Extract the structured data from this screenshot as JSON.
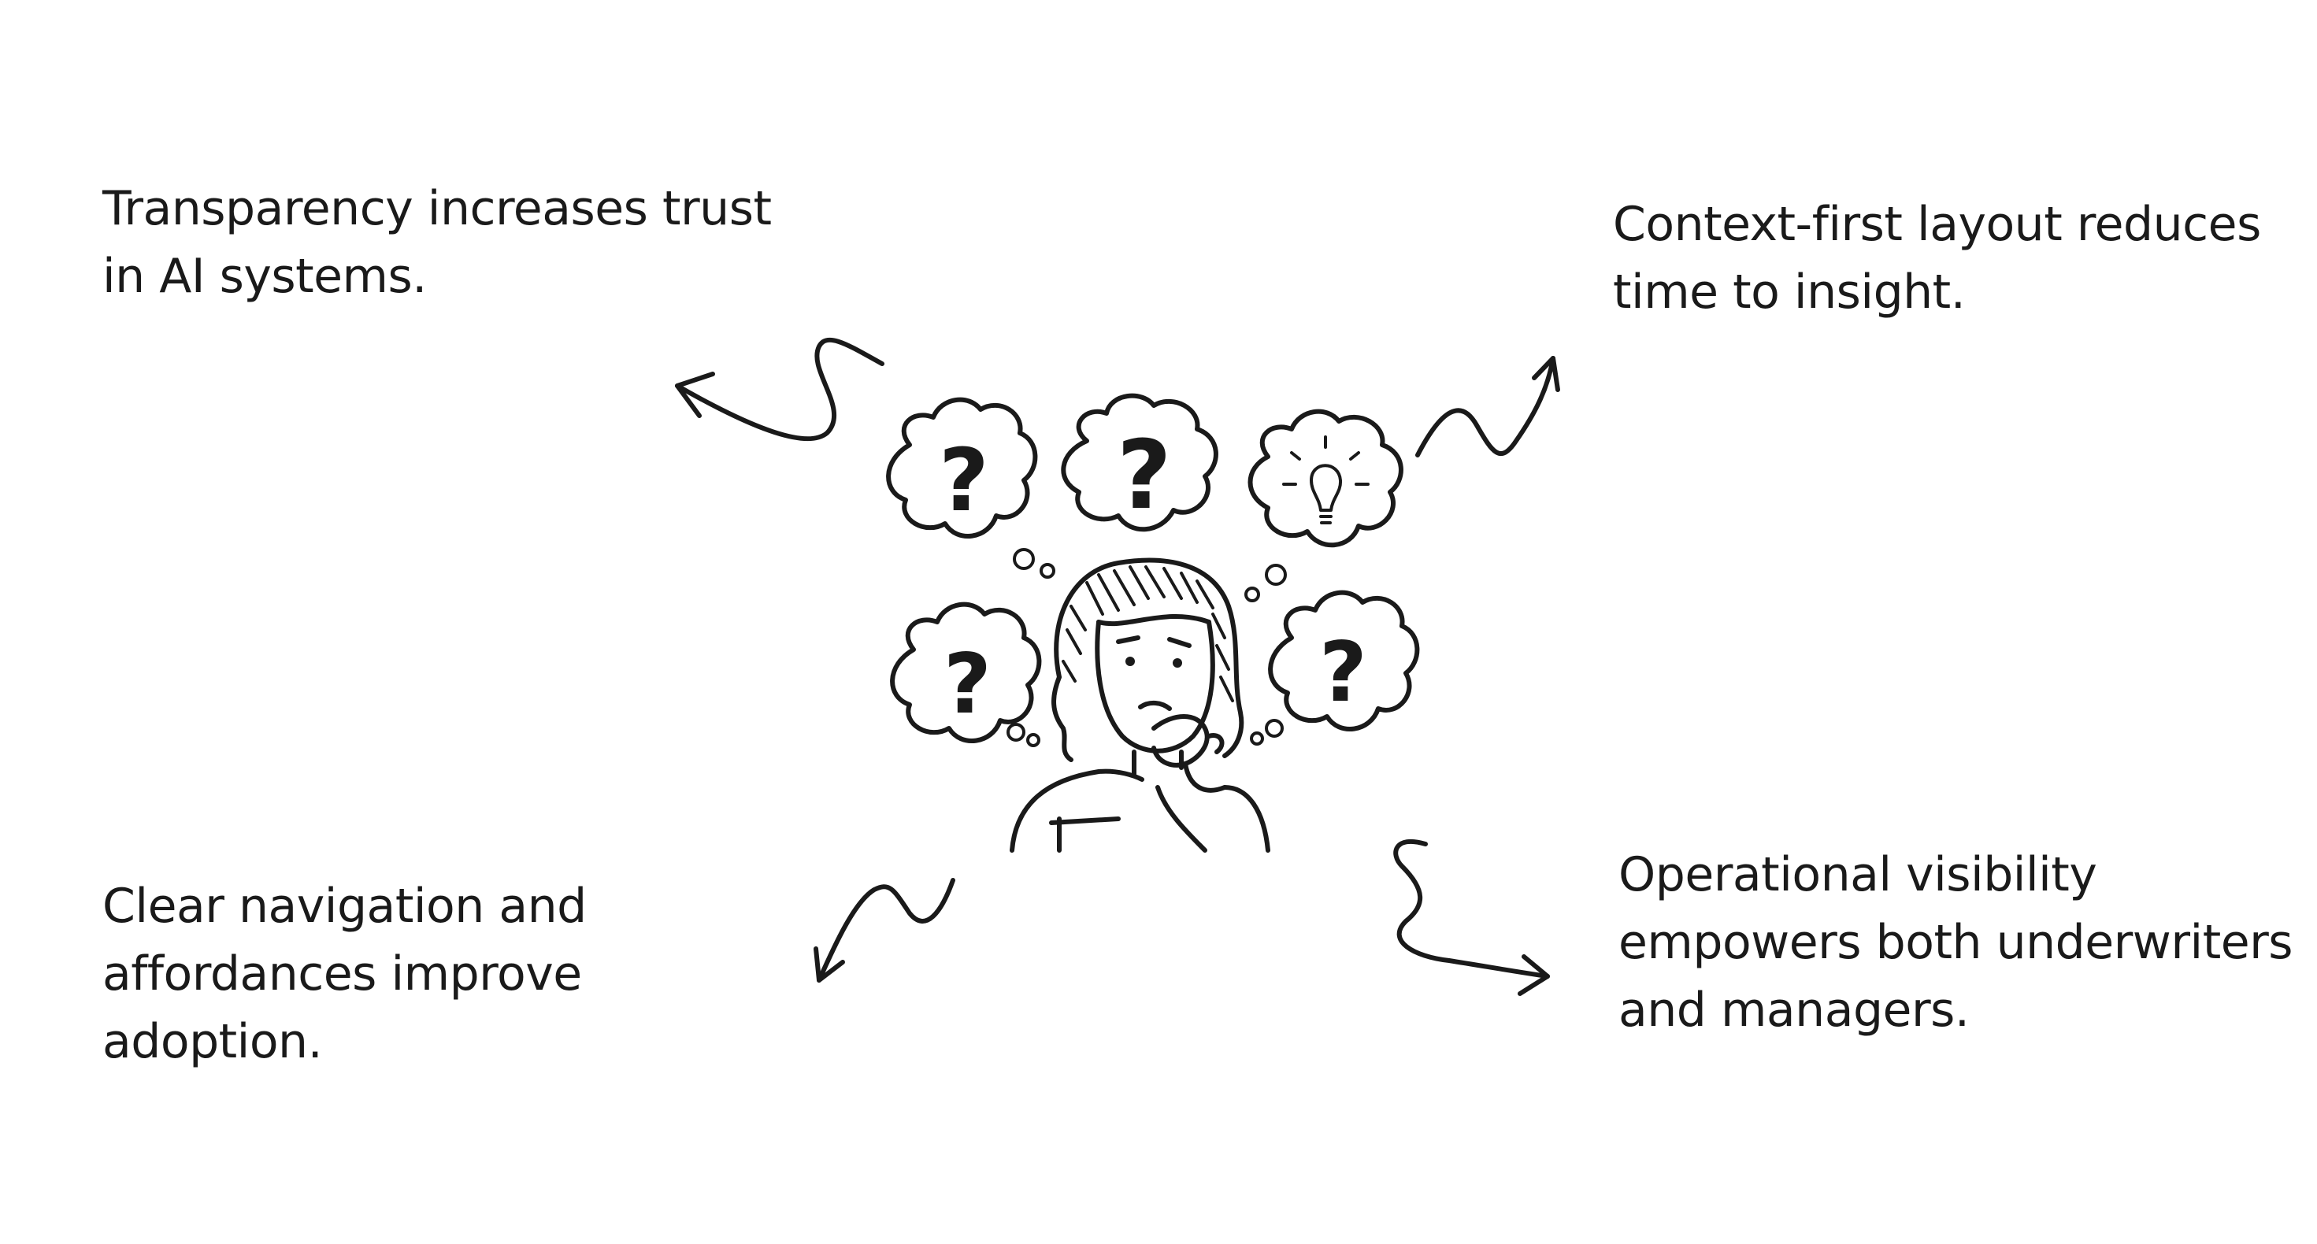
{
  "insights": {
    "top_left": {
      "lines": [
        "Transparency increases trust",
        "in AI systems."
      ]
    },
    "top_right": {
      "lines": [
        "Context-first layout reduces",
        "time to insight."
      ]
    },
    "bottom_left": {
      "lines": [
        "Clear navigation and",
        "affordances improve",
        "adoption."
      ]
    },
    "bottom_right": {
      "lines": [
        "Operational visibility",
        "empowers both underwriters",
        "and managers."
      ]
    }
  },
  "illustration": {
    "figure": "thinking-person-icon",
    "thought_bubbles": [
      "question-mark-icon",
      "question-mark-icon",
      "lightbulb-icon",
      "question-mark-icon",
      "question-mark-icon"
    ],
    "question_glyph": "?"
  },
  "colors": {
    "ink": "#1a1a1a",
    "background": "#ffffff"
  }
}
